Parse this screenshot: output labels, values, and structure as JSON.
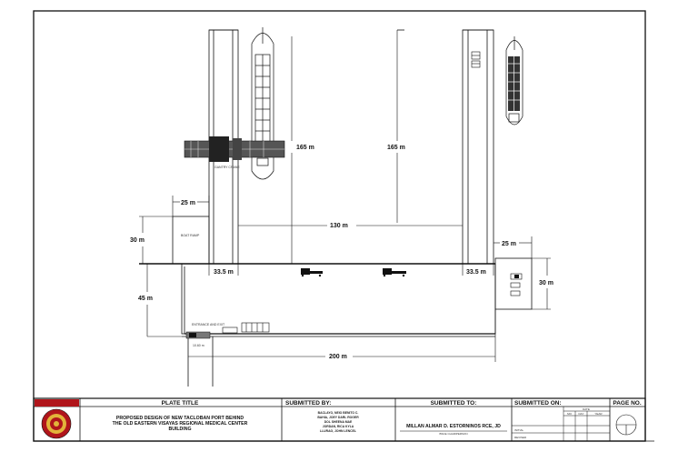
{
  "drawing": {
    "dimensions": {
      "berth_length_left": "165 m",
      "berth_length_right": "165 m",
      "berth_spacing": "130 m",
      "pier_width_left": "25 m",
      "pier_width_right": "25 m",
      "pier_depth_left": "30 m",
      "pier_depth_right": "30 m",
      "apron_left": "33.5 m",
      "apron_right": "33.5 m",
      "yard_depth": "45 m",
      "gate_width": "10.60 m",
      "total_width": "200 m"
    },
    "labels": {
      "gantry_crane": "GANTRY CRANE",
      "boat_ramp": "BOAT RAMP",
      "entrance_exit": "ENTRANCE AND EXIT"
    }
  },
  "title_block": {
    "plate_title_header": "PLATE TITLE",
    "plate_title_lines": [
      "PROPOSED DESIGN OF NEW TACLOBAN PORT BEHIND",
      "THE OLD EASTERN VISAYAS REGIONAL MEDICAL CENTER",
      "BUILDING"
    ],
    "submitted_by_header": "SUBMITTED BY:",
    "submitted_by_names": [
      "BACLAYO, NEIO BENITO C.",
      "BAHIA, JOEY DARL ROGER",
      "DOL SHEENA MAE",
      "JORDAN, RICA KYLA",
      "LLURAG, JOHN LENCEL"
    ],
    "submitted_to_header": "SUBMITTED TO:",
    "submitted_to_name": "MILLAN ALMAR D. ESTORNINOS RCE, JD",
    "submitted_to_role": "BSCE CHAIRPERSON",
    "submitted_on_header": "SUBMITTED ON:",
    "date_header": "DATE",
    "date_columns": [
      "MO",
      "DAY",
      "YEAR"
    ],
    "date_rows": [
      "INITIAL",
      "REVISED"
    ],
    "page_no_header": "PAGE NO."
  },
  "colors": {
    "ink": "#111111",
    "logo_red": "#b0151b",
    "logo_gold": "#e2b33a",
    "hatch": "#555555"
  }
}
